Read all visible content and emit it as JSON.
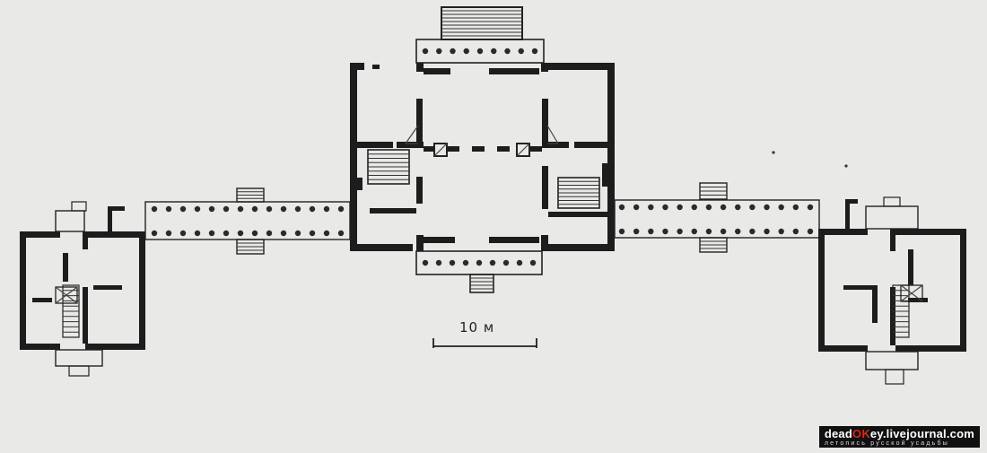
{
  "scale_bar": {
    "label": "10 м"
  },
  "watermark": {
    "part1": "dead",
    "part2": "OK",
    "part3": "ey.livejournal.com",
    "tagline": "летопись русской усадьбы",
    "accent_color": "#d7261e"
  },
  "colors": {
    "paper": "#e9e9e7",
    "ink": "#1d1d1d"
  }
}
